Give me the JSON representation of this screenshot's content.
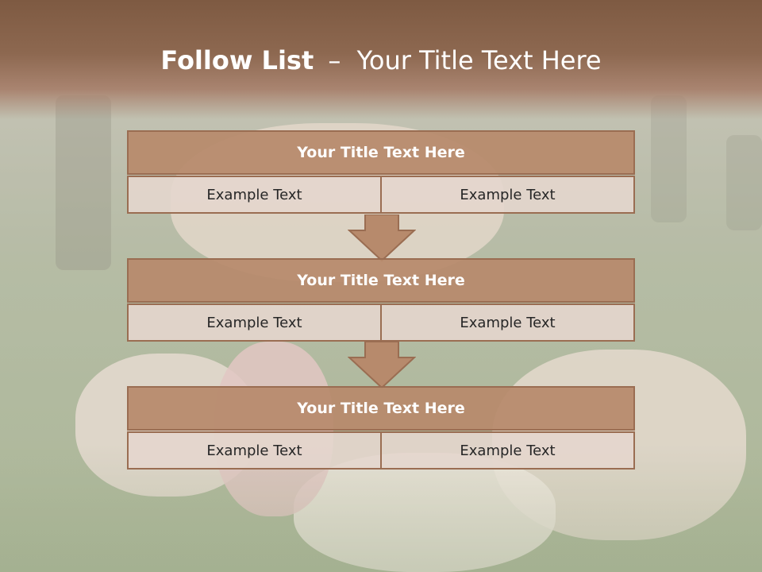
{
  "slide": {
    "title_bold": "Follow List",
    "title_dash": "–",
    "title_rest": "Your Title Text Here"
  },
  "colors": {
    "header": "#8d6850",
    "block_title": "#b78a6c",
    "block_cell": "#e4d6cd",
    "border": "#9a6d52"
  },
  "blocks": [
    {
      "title": "Your Title Text Here",
      "left": "Example Text",
      "right": "Example Text"
    },
    {
      "title": "Your Title Text Here",
      "left": "Example Text",
      "right": "Example Text"
    },
    {
      "title": "Your Title Text Here",
      "left": "Example Text",
      "right": "Example Text"
    }
  ]
}
